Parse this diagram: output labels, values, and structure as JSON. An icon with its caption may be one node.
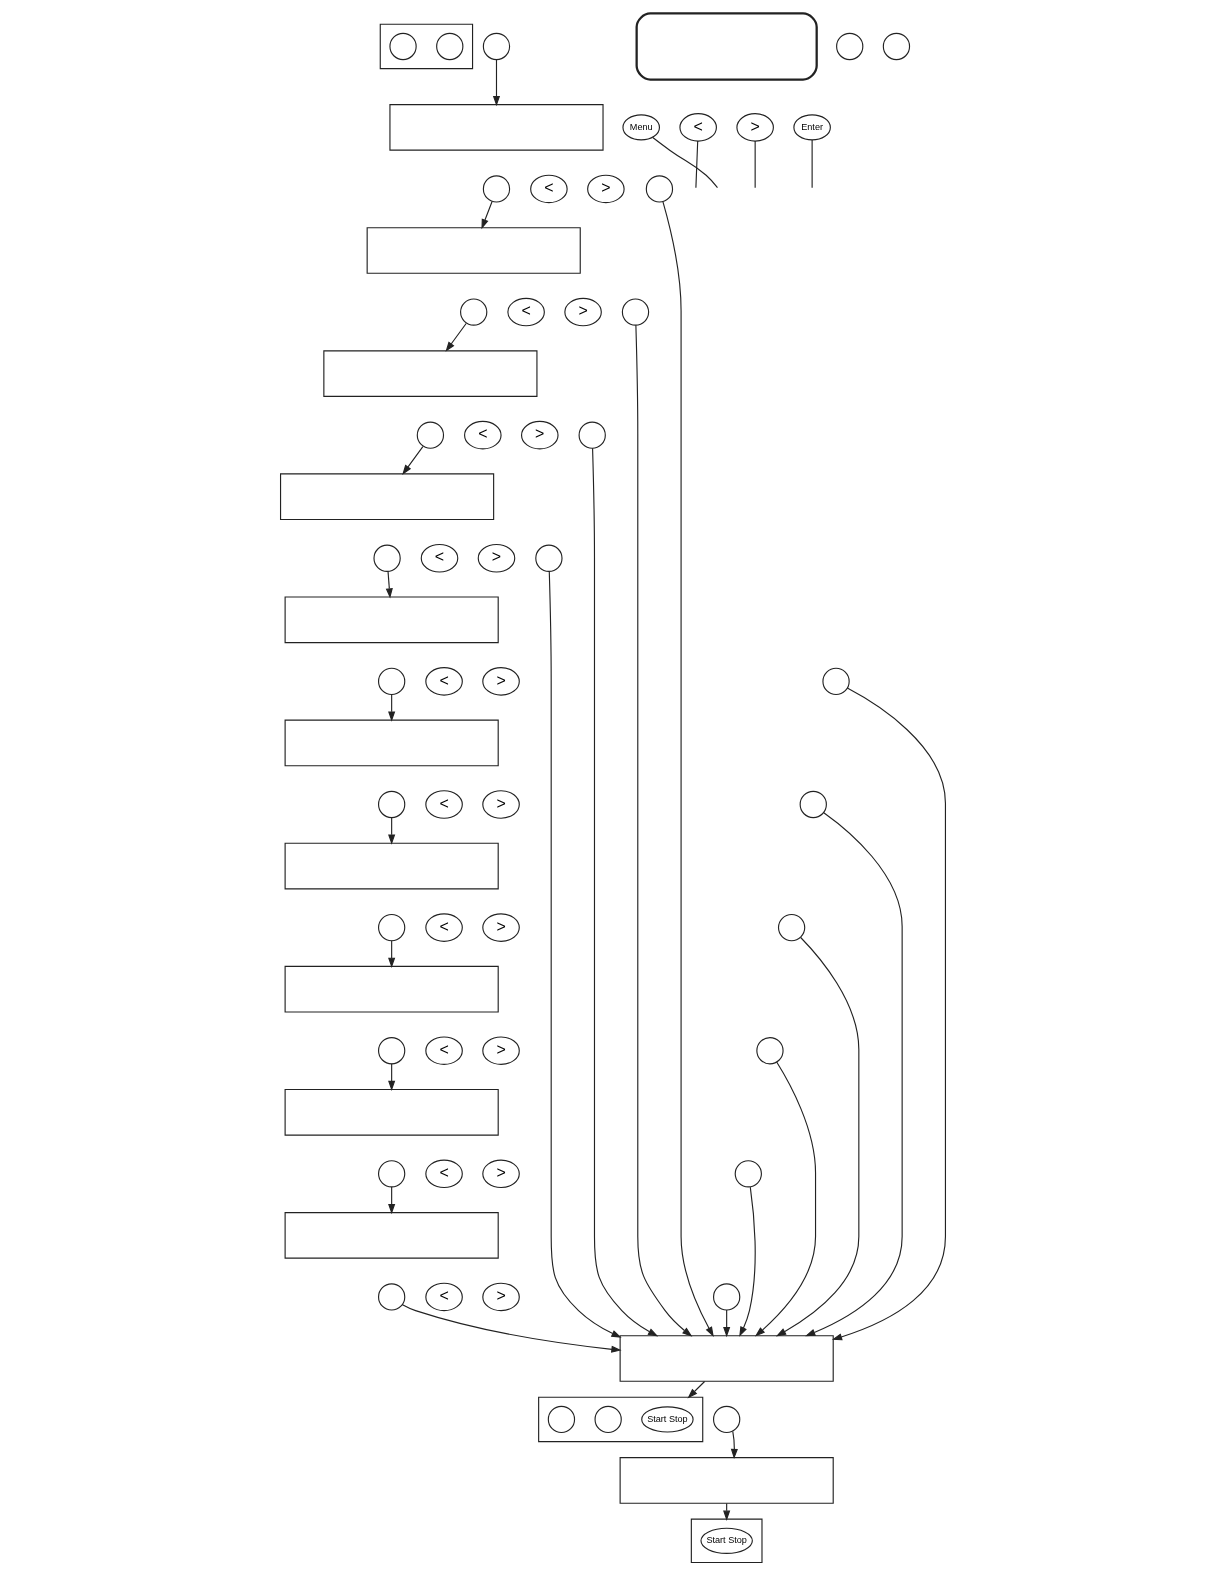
{
  "diagram": {
    "nodes": [
      {
        "text": [],
        "shape": "box"
      },
      {
        "text": [],
        "shape": "circle",
        "in": 0
      },
      {
        "text": [],
        "shape": "circle",
        "in": 0
      },
      {
        "text": [],
        "shape": "circle"
      },
      {
        "text": [],
        "shape": "box"
      },
      {
        "text": [],
        "shape": "circle"
      },
      {
        "text": [
          "<"
        ]
      },
      {
        "text": [
          ">"
        ]
      },
      {
        "text": [],
        "shape": "circle"
      },
      {
        "text": [],
        "shape": "box"
      },
      {
        "text": [],
        "shape": "circle"
      },
      {
        "text": [
          "<"
        ]
      },
      {
        "text": [
          ">"
        ]
      },
      {
        "text": [],
        "shape": "circle"
      },
      {
        "text": [],
        "shape": "box"
      },
      {
        "text": [],
        "shape": "circle"
      },
      {
        "text": [
          "<"
        ]
      },
      {
        "text": [
          ">"
        ]
      },
      {
        "text": [],
        "shape": "circle"
      },
      {
        "text": [],
        "shape": "box"
      },
      {
        "text": [],
        "shape": "circle"
      },
      {
        "text": [
          "<"
        ]
      },
      {
        "text": [
          ">"
        ]
      },
      {
        "text": [],
        "shape": "circle"
      },
      {
        "text": [],
        "shape": "box"
      },
      {
        "text": [],
        "shape": "circle"
      },
      {
        "text": [
          "<"
        ]
      },
      {
        "text": [
          ">"
        ]
      },
      {
        "text": [],
        "shape": "circle"
      },
      {
        "text": [],
        "shape": "box"
      },
      {
        "text": [],
        "shape": "circle"
      },
      {
        "text": [
          "<"
        ]
      },
      {
        "text": [
          ">"
        ]
      },
      {
        "text": [],
        "shape": "circle"
      },
      {
        "text": [],
        "shape": "box"
      },
      {
        "text": [],
        "shape": "circle"
      },
      {
        "text": [
          "<"
        ]
      },
      {
        "text": [
          ">"
        ]
      },
      {
        "text": [],
        "shape": "circle"
      },
      {
        "text": [],
        "shape": "box"
      },
      {
        "text": [],
        "shape": "circle"
      },
      {
        "text": [
          "<"
        ]
      },
      {
        "text": [
          ">"
        ]
      },
      {
        "text": [],
        "shape": "circle"
      },
      {
        "text": [],
        "shape": "box"
      },
      {
        "text": [],
        "shape": "circle"
      },
      {
        "text": [
          "<"
        ]
      },
      {
        "text": [
          ">"
        ]
      },
      {
        "text": [],
        "shape": "circle"
      },
      {
        "text": [],
        "shape": "box"
      },
      {
        "text": [],
        "shape": "circle"
      },
      {
        "text": [
          "<"
        ]
      },
      {
        "text": [
          ">"
        ]
      },
      {
        "text": [],
        "shape": "circle"
      },
      {
        "text": [],
        "shape": "box"
      },
      {
        "text": [],
        "shape": "box"
      },
      {
        "text": [
          "Start Stop"
        ],
        "in": 55
      },
      {
        "text": [],
        "shape": "circle",
        "in": 55
      },
      {
        "text": [],
        "shape": "circle",
        "in": 55
      },
      {
        "text": [],
        "shape": "circle"
      },
      {
        "text": [],
        "shape": "box"
      },
      {
        "text": [],
        "shape": "box"
      },
      {
        "text": [
          "Start Stop"
        ],
        "in": 61
      },
      {
        "text": [],
        "shape": "box"
      },
      {
        "text": [
          "Menu"
        ]
      },
      {
        "text": [
          "<"
        ]
      },
      {
        "text": [
          ">"
        ]
      },
      {
        "text": [
          "Enter"
        ]
      },
      {
        "text": [],
        "shape": "circle"
      },
      {
        "text": [],
        "shape": "circle"
      }
    ],
    "edges": [
      {
        "from": 3,
        "to": 4,
        "arrow": "to"
      },
      {
        "from": 5,
        "to": 9,
        "arrow": "to"
      },
      {
        "from": 10,
        "to": 14,
        "arrow": "to"
      },
      {
        "from": 15,
        "to": 19,
        "arrow": "to"
      },
      {
        "from": 20,
        "to": 24,
        "arrow": "to"
      },
      {
        "from": 25,
        "to": 29,
        "arrow": "to"
      },
      {
        "from": 30,
        "to": 34,
        "arrow": "to"
      },
      {
        "from": 35,
        "to": 39,
        "arrow": "to"
      },
      {
        "from": 40,
        "to": 44,
        "arrow": "to"
      },
      {
        "from": 45,
        "to": 49,
        "arrow": "to"
      },
      {
        "from": 8,
        "to": 54,
        "arrow": "to"
      },
      {
        "from": 13,
        "to": 54,
        "arrow": "to"
      },
      {
        "from": 18,
        "to": 54,
        "arrow": "to"
      },
      {
        "from": 23,
        "to": 54,
        "arrow": "to"
      },
      {
        "from": 28,
        "to": 54,
        "arrow": "to"
      },
      {
        "from": 33,
        "to": 54,
        "arrow": "to"
      },
      {
        "from": 38,
        "to": 54,
        "arrow": "to"
      },
      {
        "from": 43,
        "to": 54,
        "arrow": "to"
      },
      {
        "from": 48,
        "to": 54,
        "arrow": "to"
      },
      {
        "from": 53,
        "to": 54,
        "arrow": "to"
      },
      {
        "from": 50,
        "to": 54,
        "arrow": "to"
      },
      {
        "from": 54,
        "to": 55,
        "arrow": "to"
      },
      {
        "from": 59,
        "to": 60,
        "arrow": "to"
      },
      {
        "from": 60,
        "to": 61,
        "arrow": "to"
      },
      {
        "from": null,
        "to": 64,
        "arrow": "none"
      },
      {
        "from": null,
        "to": 65,
        "arrow": "none"
      },
      {
        "from": null,
        "to": 66,
        "arrow": "none"
      },
      {
        "from": null,
        "to": 67,
        "arrow": "none"
      }
    ]
  }
}
